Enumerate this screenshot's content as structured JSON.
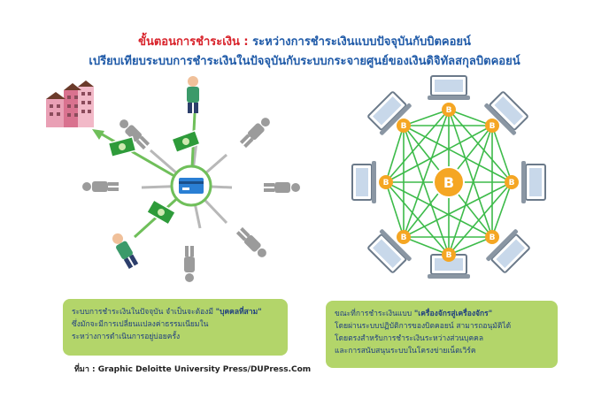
{
  "header": {
    "title_prefix": "ขั้นตอนการชำระเงิน :",
    "title_rest": "ระหว่างการชำระเงินแบบปัจจุบันกับบิตคอยน์",
    "subtitle": "เปรียบเทียบระบบการชำระเงินในปัจจุบันกับระบบกระจายศูนย์ของเงินดิจิทัลสกุลบิตคอยน์"
  },
  "left_box": {
    "line1": "ระบบการชำระเงินในปัจจุบัน จำเป็นจะต้องมี",
    "line1_bold": "\"บุคคลที่สาม\"",
    "line2": "ซึ่งมักจะมีการเปลี่ยนแปลงค่าธรรมเนียมใน",
    "line3": "ระหว่างการดำเนินการอยู่บ่อยครั้ง"
  },
  "right_box": {
    "line1": "ขณะที่การชำระเงินแบบ",
    "line1_bold": "\"เครื่องจักรสู่เครื่องจักร\"",
    "line2": "โดยผ่านระบบปฏิบัติการของบิตคอยน์ สามารถอนุมัติได้",
    "line3": "โดยตรงสำหรับการชำระเงินระหว่างส่วนบุคคล",
    "line4": "และการสนับสนุนระบบในโครงข่ายเน็ตเวิร์ค"
  },
  "source": "ที่มา : Graphic Deloitte University Press/DUPress.Com",
  "icons": {
    "coin_symbol": "B",
    "bitcoin_symbol": "B"
  },
  "colors": {
    "title_red": "#d8222a",
    "title_blue": "#1f5aa8",
    "box_green": "#b3d56a",
    "mesh_green": "#3dbb4a",
    "coin_orange": "#f5a623",
    "money_green": "#2e9b3a"
  }
}
